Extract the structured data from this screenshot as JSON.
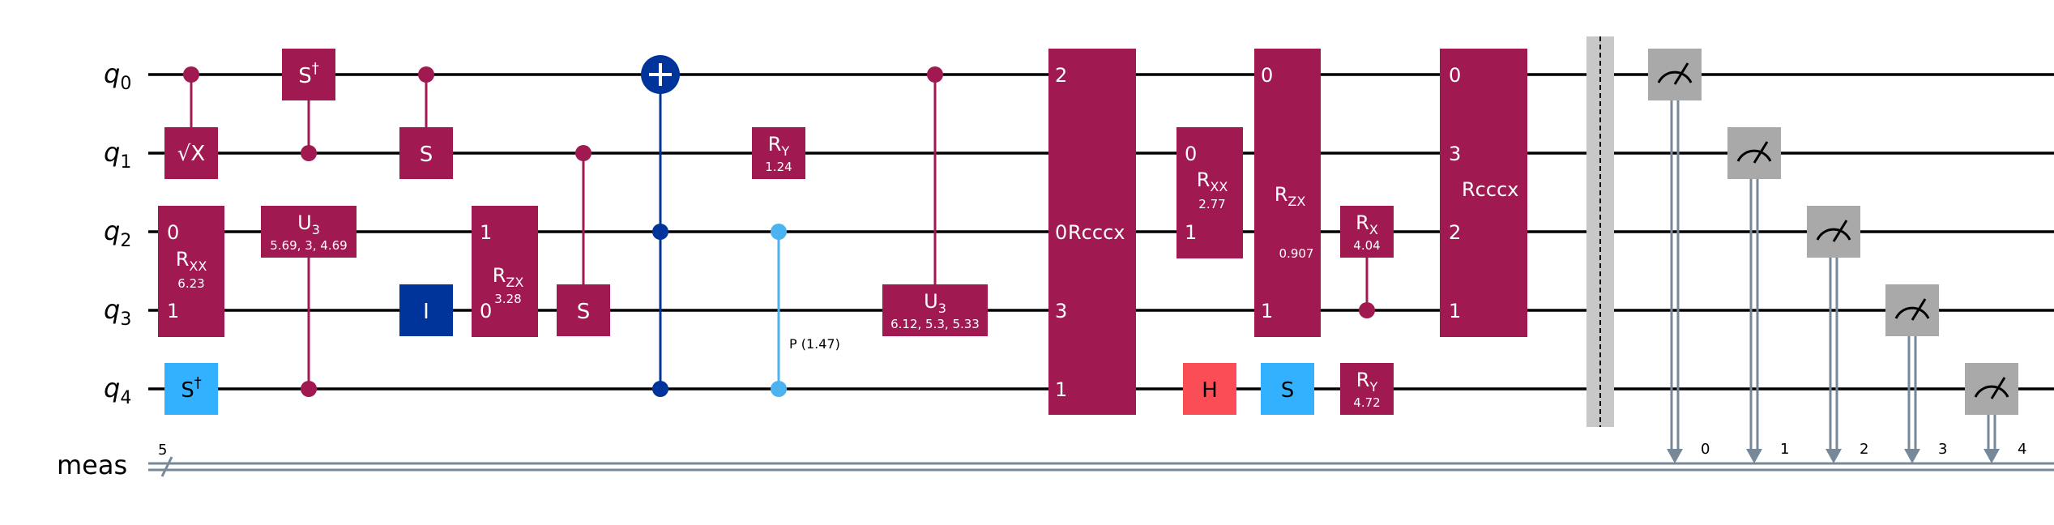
{
  "circuit": {
    "qubit_labels": [
      {
        "name": "q",
        "sub": "0"
      },
      {
        "name": "q",
        "sub": "1"
      },
      {
        "name": "q",
        "sub": "2"
      },
      {
        "name": "q",
        "sub": "3"
      },
      {
        "name": "q",
        "sub": "4"
      }
    ],
    "clbit_register": {
      "label": "meas",
      "size": "5"
    },
    "colors": {
      "magenta": "#a01950",
      "dark_blue": "#00349b",
      "cyan": "#33b1ff",
      "cphase_blue": "#4cb3f0",
      "red": "#fa4d56",
      "gray": "#a9a9a9",
      "barrier": "#c8c8c8",
      "classical": "#778899"
    },
    "gates": {
      "sqrtx": {
        "label": "√X"
      },
      "sdg_q4": {
        "label": "S",
        "sup": "†"
      },
      "rxx1": {
        "label": "R",
        "sub": "XX",
        "param": "6.23",
        "pin_top": "0",
        "pin_bot": "1"
      },
      "sdg_ctrl": {
        "label": "S",
        "sup": "†"
      },
      "u3_a": {
        "label": "U",
        "sub": "3",
        "param": "5.69, 3, 4.69"
      },
      "cs_1": {
        "label": "S"
      },
      "id": {
        "label": "I"
      },
      "rzx1": {
        "label": "R",
        "sub": "ZX",
        "param": "3.28",
        "pin_top": "1",
        "pin_bot": "0"
      },
      "cs_2": {
        "label": "S"
      },
      "ry1": {
        "label": "R",
        "sub": "Y",
        "param": "1.24"
      },
      "cp": {
        "label": "P (1.47)"
      },
      "u3_b": {
        "label": "U",
        "sub": "3",
        "param": "6.12, 5.3, 5.33"
      },
      "rcccx1": {
        "label": "Rcccx",
        "pins": {
          "q0": "2",
          "q2": "0",
          "q3": "3",
          "q4": "1"
        }
      },
      "rxx2": {
        "label": "R",
        "sub": "XX",
        "param": "2.77",
        "pin_top": "0",
        "pin_bot": "1"
      },
      "h": {
        "label": "H"
      },
      "rzx2": {
        "label": "R",
        "sub": "ZX",
        "param": "0.907",
        "pin_top": "0",
        "pin_bot": "1"
      },
      "s_q4": {
        "label": "S"
      },
      "rx": {
        "label": "R",
        "sub": "X",
        "param": "4.04"
      },
      "ry2": {
        "label": "R",
        "sub": "Y",
        "param": "4.72"
      },
      "rcccx2": {
        "label": "Rcccx",
        "pins": {
          "q0": "0",
          "q1": "3",
          "q2": "2",
          "q3": "1"
        }
      }
    },
    "measure_targets": [
      "0",
      "1",
      "2",
      "3",
      "4"
    ]
  }
}
